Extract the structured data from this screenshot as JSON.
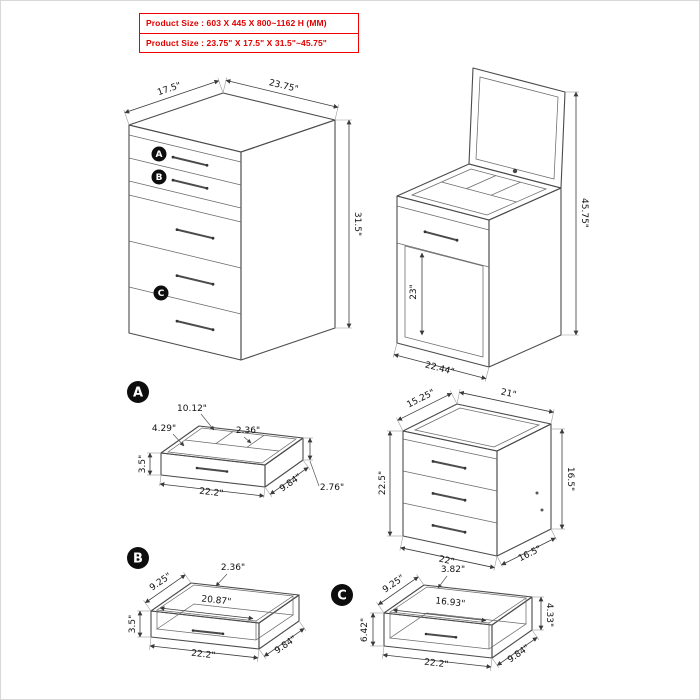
{
  "header": {
    "size_mm": "Product Size : 603 X 445 X 800~1162 H (MM)",
    "size_inch": "Product Size : 23.75\" X 17.5\" X 31.5\"~45.75\""
  },
  "callouts": {
    "a": "A",
    "b": "B",
    "c": "C"
  },
  "closed_unit": {
    "dims": {
      "depth": "17.5\"",
      "width": "23.75\"",
      "height": "31.5\""
    }
  },
  "open_unit": {
    "dims": {
      "total_height": "45.75\"",
      "knee_height": "23\"",
      "width": "22.44\""
    }
  },
  "drawer_a": {
    "dims": {
      "back_section_width": "10.12\"",
      "front_section_depth": "4.29\"",
      "slot_width": "2.36\"",
      "height": "3.5\"",
      "back_height": "2.76\"",
      "width": "22.2\"",
      "depth": "9.84\""
    }
  },
  "base_unit": {
    "dims": {
      "top_depth": "15.25\"",
      "top_width": "21\"",
      "height": "22.5\"",
      "side_height": "16.5\"",
      "width": "22\"",
      "depth": "16.5\""
    }
  },
  "drawer_b": {
    "dims": {
      "wall_thickness": "2.36\"",
      "inner_depth": "9.25\"",
      "inner_width": "20.87\"",
      "height": "3.5\"",
      "width": "22.2\"",
      "depth": "9.84\""
    }
  },
  "drawer_c": {
    "dims": {
      "top_gap": "3.82\"",
      "inner_depth": "9.25\"",
      "inner_width": "16.93\"",
      "height": "6.42\"",
      "inner_height": "4.33\"",
      "width": "22.2\"",
      "depth": "9.84\""
    }
  }
}
